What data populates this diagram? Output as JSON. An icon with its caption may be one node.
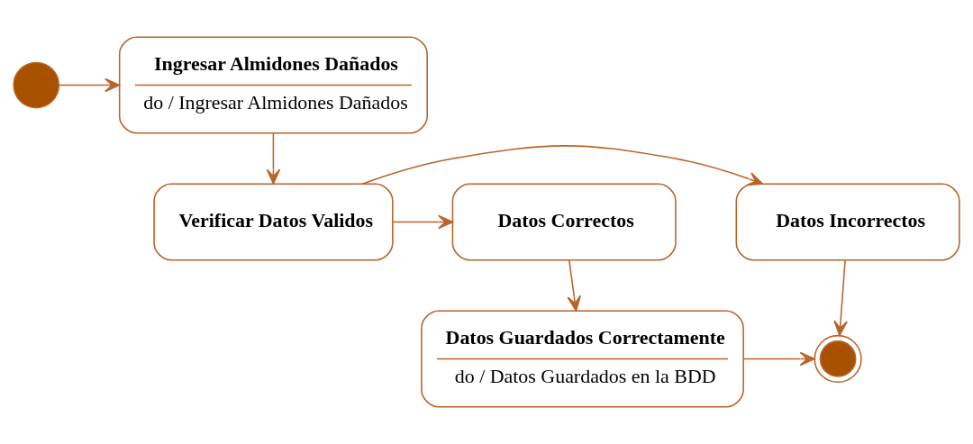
{
  "diagram": {
    "nodes": [
      {
        "text": [],
        "shape": "circle"
      },
      {
        "text": [
          "Ingresar Almidones Dañados",
          "do / Ingresar Almidones Dañados"
        ]
      },
      {
        "text": [
          "Verificar Datos Validos"
        ]
      },
      {
        "text": [
          "Datos Correctos"
        ]
      },
      {
        "text": [
          "Datos Incorrectos"
        ]
      },
      {
        "text": [
          "Datos Guardados Correctamente",
          "do / Datos Guardados en la BDD"
        ]
      },
      {
        "text": [],
        "shape": "bullseye"
      }
    ],
    "edges": [
      {
        "from": 0,
        "to": 1,
        "arrow": "to"
      },
      {
        "from": 1,
        "to": 2,
        "arrow": "to"
      },
      {
        "from": 2,
        "to": 3,
        "arrow": "to"
      },
      {
        "from": 2,
        "to": 4,
        "arrow": "to"
      },
      {
        "from": 3,
        "to": 5,
        "arrow": "to"
      },
      {
        "from": 4,
        "to": 6,
        "arrow": "to"
      },
      {
        "from": 5,
        "to": 6,
        "arrow": "to"
      }
    ]
  }
}
